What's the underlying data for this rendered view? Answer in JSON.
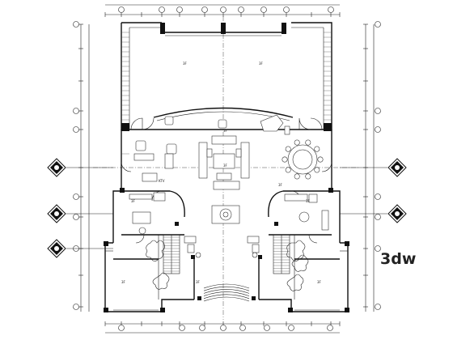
{
  "drawing": {
    "room_labels": [
      "3F",
      "3F",
      "KTV",
      "3F",
      "3F",
      "3F",
      "3F",
      "3F",
      "3F",
      "3F",
      "3F"
    ]
  },
  "watermark": {
    "text": "3dw"
  }
}
